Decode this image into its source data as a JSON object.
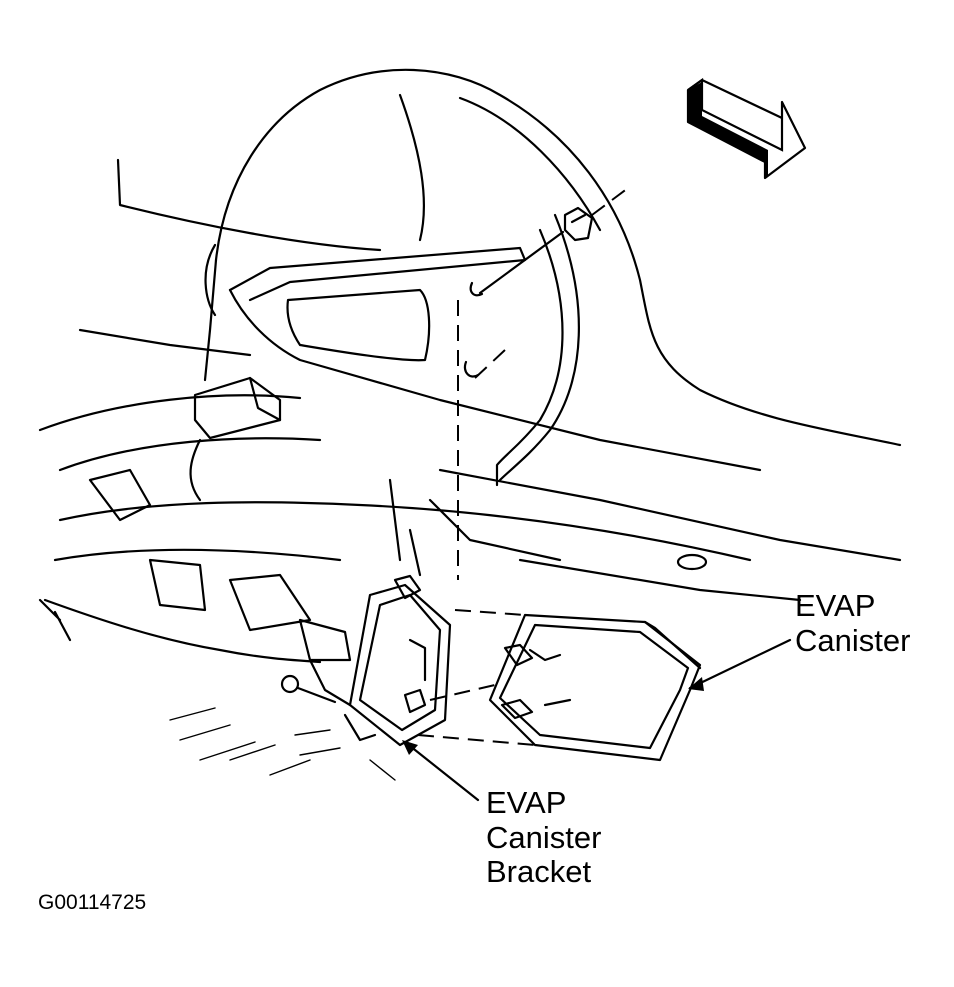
{
  "labels": {
    "canister": [
      "EVAP",
      "Canister"
    ],
    "bracket": [
      "EVAP",
      "Canister",
      "Bracket"
    ]
  },
  "figure_id": "G00114725",
  "icons": {
    "direction": "forward-arrow-icon"
  }
}
